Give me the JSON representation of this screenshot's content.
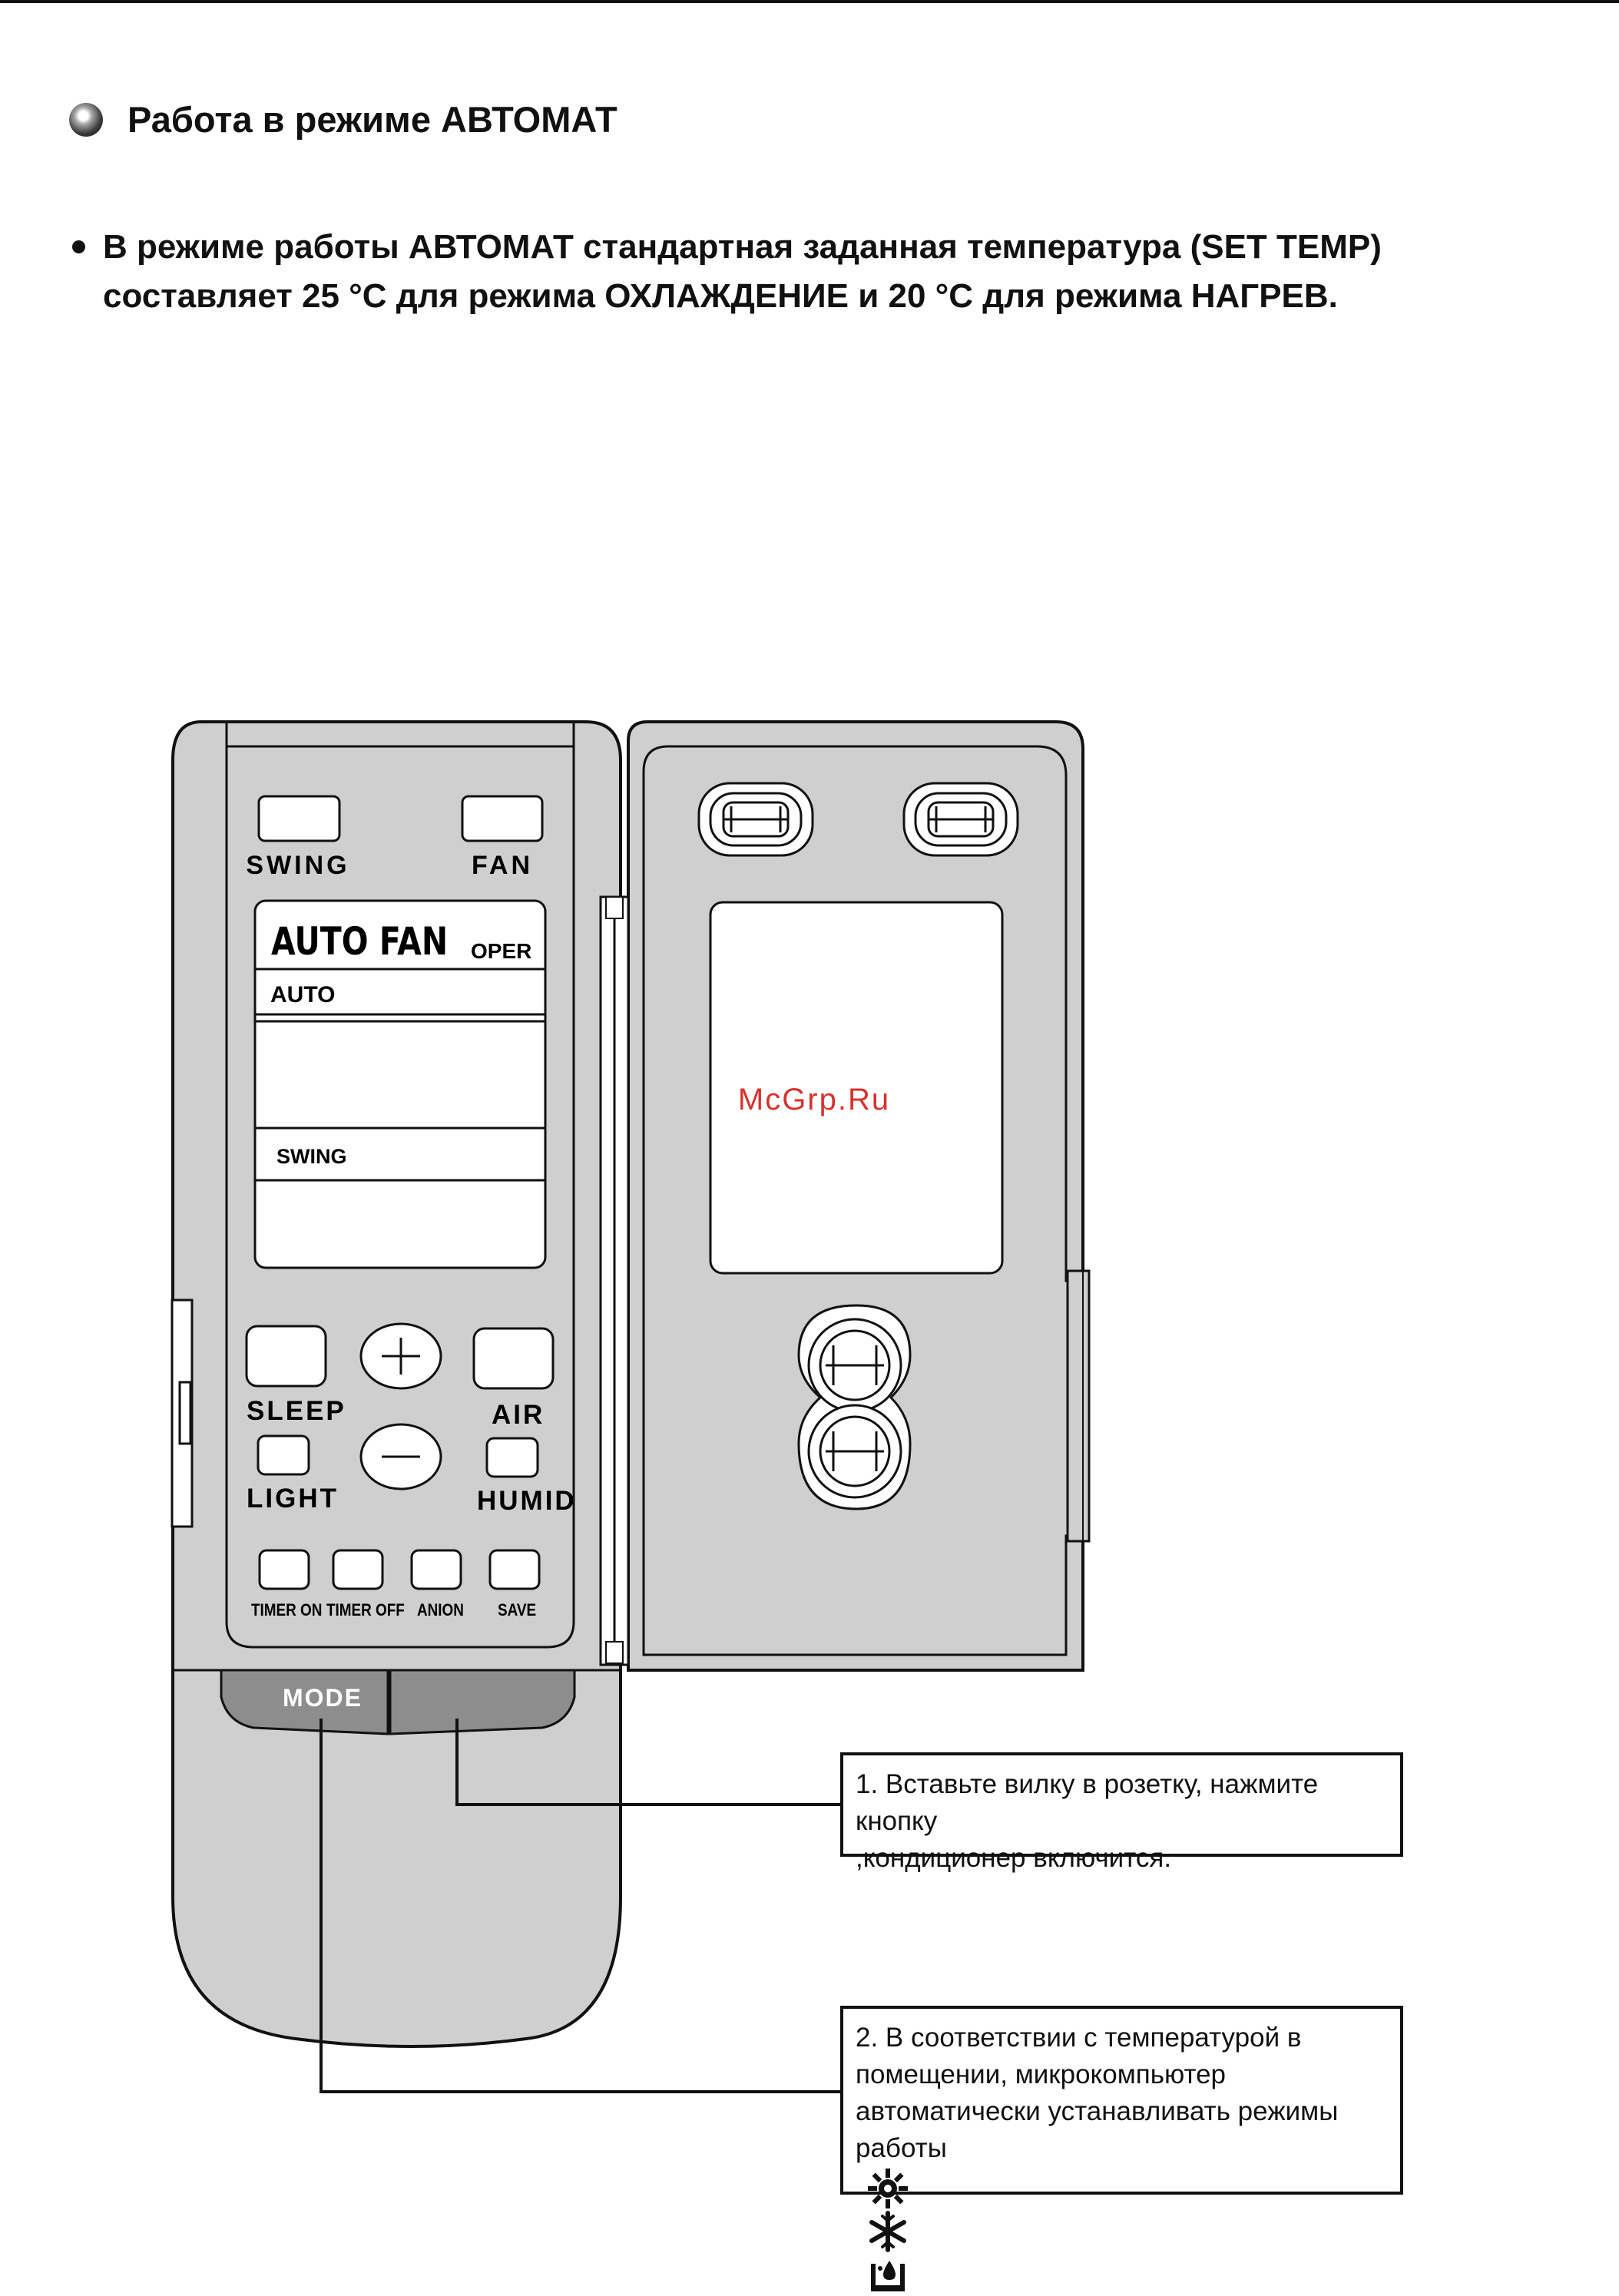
{
  "page": {
    "section_title": "Работа в режиме АВТОМАТ",
    "body_line_1": "В режиме работы АВТОМАТ стандартная заданная температура (SET TEMP)",
    "body_line_2": "составляет  25 °C  для режима ОХЛАЖДЕНИЕ и 20 °C для режима НАГРЕВ."
  },
  "remote": {
    "buttons": {
      "swing": "SWING",
      "fan": "FAN",
      "sleep": "SLEEP",
      "air": "AIR",
      "light": "LIGHT",
      "humid": "HUMID",
      "timer_on": "TIMER ON",
      "timer_off": "TIMER OFF",
      "anion": "ANION",
      "save": "SAVE",
      "mode": "MODE"
    },
    "display": {
      "auto_fan": "AUTO FAN",
      "oper": "OPER",
      "auto": "AUTO",
      "swing": "SWING"
    },
    "watermark": "McGrp.Ru"
  },
  "callouts": {
    "step1_line1": "1. Вставьте вилку в розетку, нажмите",
    "step1_line2a": "кнопку",
    "step1_line2b": ",кондиционер включится.",
    "step2_line1": "2. В соответствии с температурой в",
    "step2_line2": "помещении, микрокомпьютер",
    "step2_line3": "автоматически устанавливать режимы",
    "step2_line4": "работы",
    "mode_icons": [
      "sun-heat-icon",
      "snowflake-cool-icon",
      "dry-drop-icon"
    ]
  },
  "colors": {
    "remote_body": "#cfcfcf",
    "mode_button": "#8d8d8d",
    "outline": "#111111",
    "watermark": "#d6332e"
  }
}
